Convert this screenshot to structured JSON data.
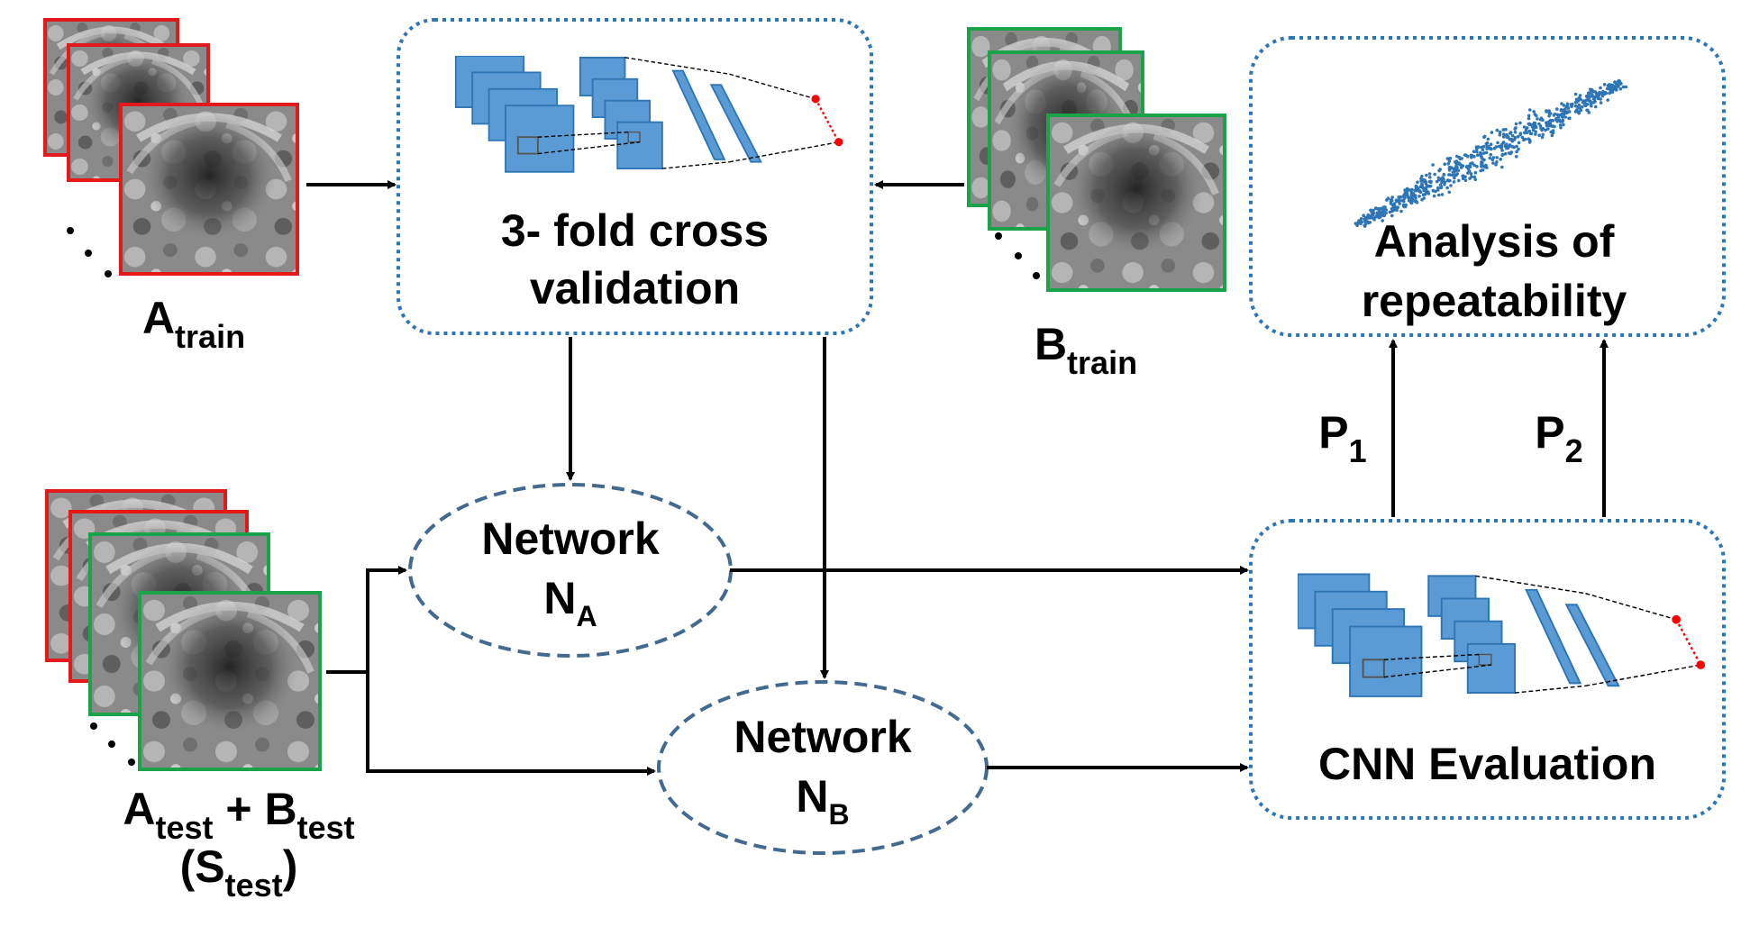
{
  "labels": {
    "cross_validation_line1": "3- fold cross",
    "cross_validation_line2": "validation",
    "analysis_line1": "Analysis of",
    "analysis_line2": "repeatability",
    "network": "Network",
    "network_a_main": "N",
    "network_a_sub": "A",
    "network_b_main": "N",
    "network_b_sub": "B",
    "cnn_evaluation": "CNN Evaluation",
    "a_train_main": "A",
    "a_train_sub": "train",
    "b_train_main": "B",
    "b_train_sub": "train",
    "test_a_main": "A",
    "test_a_sub": "test",
    "test_plus": " + ",
    "test_b_main": "B",
    "test_b_sub": "test",
    "test_s_open": "(S",
    "test_s_sub": "test",
    "test_s_close": ")",
    "p1_main": "P",
    "p1_sub": "1",
    "p2_main": "P",
    "p2_sub": "2"
  },
  "colors": {
    "red_frame": "#e31a1c",
    "green_frame": "#1aa34a",
    "layer_fill": "#5b9bd5",
    "layer_stroke": "#2e75b6",
    "dotted_box": "#2e75b6",
    "ellipse": "#44698f",
    "arrow": "#000000",
    "output_dot": "#ff0000"
  }
}
